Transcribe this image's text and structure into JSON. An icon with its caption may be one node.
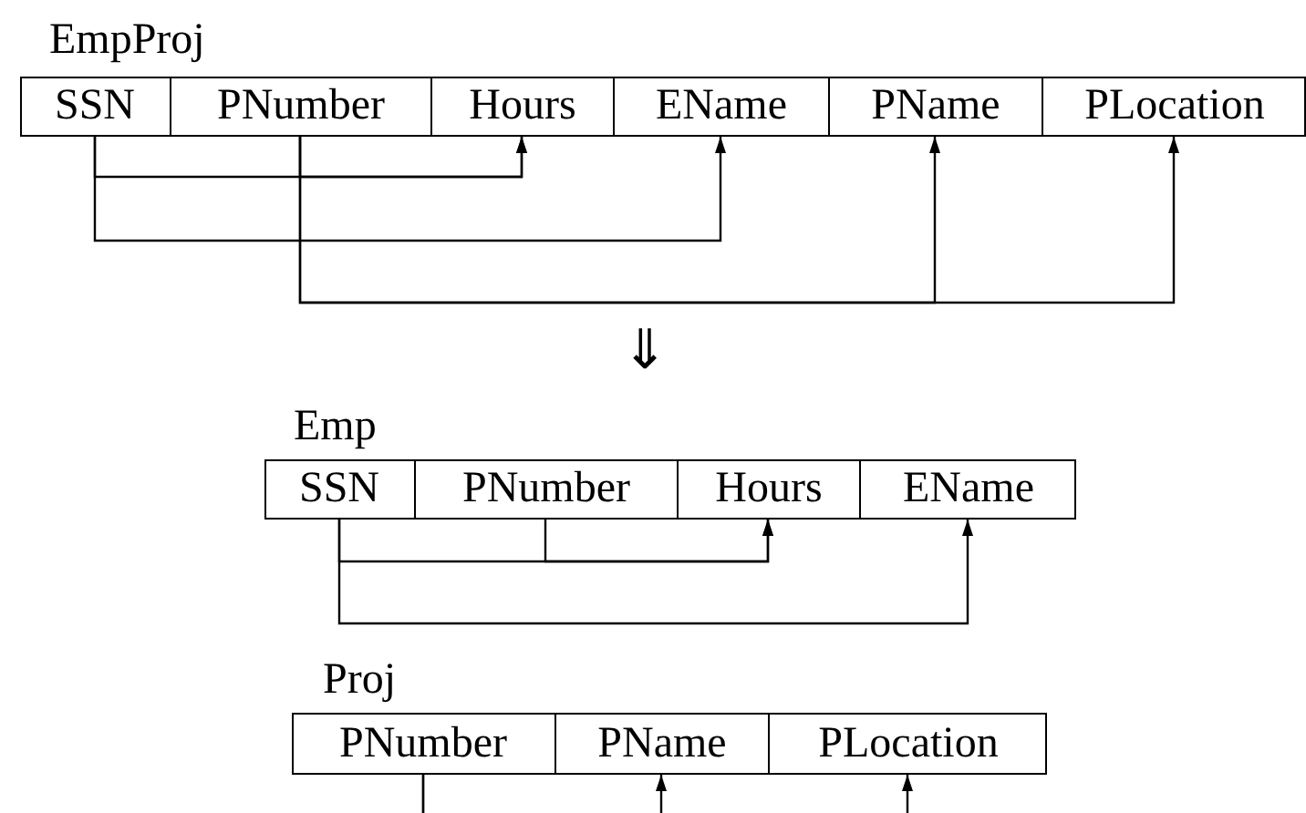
{
  "diagram": {
    "nodes": [
      {
        "text": [
          "EmpProj"
        ]
      },
      {
        "text": [
          "SSN"
        ],
        "in": 0
      },
      {
        "text": [
          "PNumber"
        ],
        "in": 0
      },
      {
        "text": [
          "Hours"
        ],
        "in": 0
      },
      {
        "text": [
          "EName"
        ],
        "in": 0
      },
      {
        "text": [
          "PName"
        ],
        "in": 0
      },
      {
        "text": [
          "PLocation"
        ],
        "in": 0
      },
      {
        "text": [
          "Emp"
        ]
      },
      {
        "text": [
          "SSN"
        ],
        "in": 7
      },
      {
        "text": [
          "PNumber"
        ],
        "in": 7
      },
      {
        "text": [
          "Hours"
        ],
        "in": 7
      },
      {
        "text": [
          "EName"
        ],
        "in": 7
      },
      {
        "text": [
          "Proj"
        ]
      },
      {
        "text": [
          "PNumber"
        ],
        "in": 12
      },
      {
        "text": [
          "PName"
        ],
        "in": 12
      },
      {
        "text": [
          "PLocation"
        ],
        "in": 12
      }
    ],
    "edges": [
      {
        "from": 1,
        "to": 3,
        "arrow": "to"
      },
      {
        "from": 2,
        "to": 3,
        "arrow": "to"
      },
      {
        "from": 1,
        "to": 4,
        "arrow": "to"
      },
      {
        "from": 2,
        "to": 5,
        "arrow": "to"
      },
      {
        "from": 2,
        "to": 6,
        "arrow": "to"
      },
      {
        "from": 8,
        "to": 10,
        "arrow": "to"
      },
      {
        "from": 9,
        "to": 10,
        "arrow": "to"
      },
      {
        "from": 8,
        "to": 11,
        "arrow": "to"
      },
      {
        "from": 13,
        "to": 14,
        "arrow": "to"
      },
      {
        "from": 13,
        "to": 15,
        "arrow": "to"
      }
    ],
    "labels": [
      "⇓"
    ]
  }
}
